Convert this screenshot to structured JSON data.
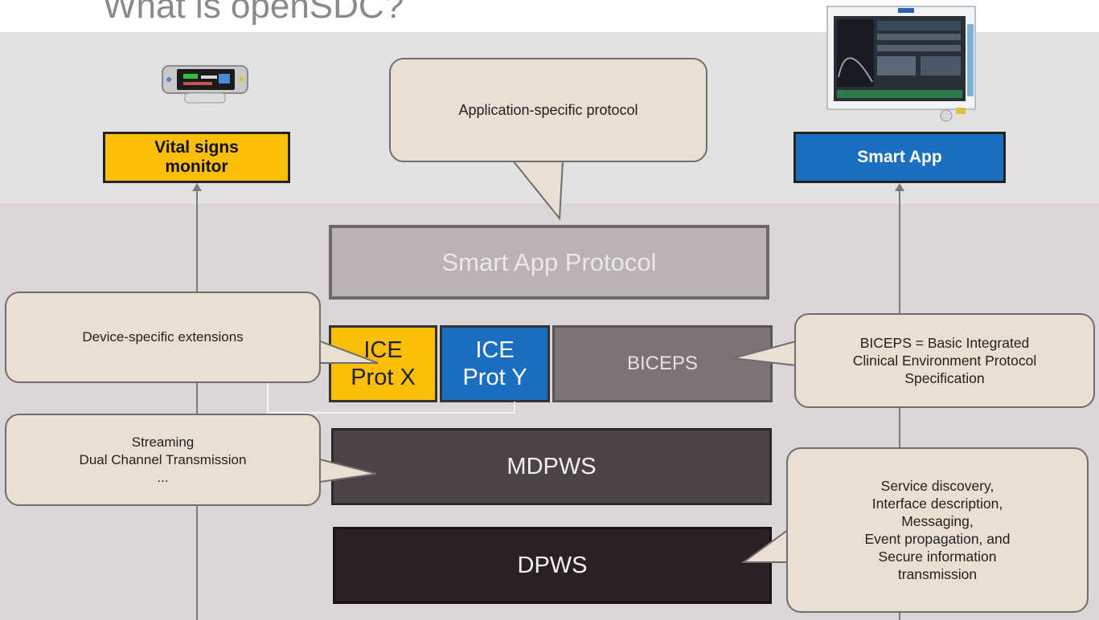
{
  "title": "What is openSDC?",
  "devices": {
    "vitals_label": "Vital signs\nmonitor",
    "smart_app_label": "Smart App"
  },
  "layers": {
    "smart_app_protocol": "Smart App Protocol",
    "ice_x": "ICE\nProt X",
    "ice_y": "ICE\nProt Y",
    "biceps": "BICEPS",
    "mdpws": "MDPWS",
    "dpws": "DPWS"
  },
  "callouts": {
    "application_specific": "Application-specific protocol",
    "device_specific": "Device-specific extensions",
    "streaming": "Streaming\nDual Channel Transmission\n...",
    "biceps_def": "BICEPS = Basic Integrated\nClinical Environment Protocol\nSpecification",
    "services": "Service discovery,\nInterface description,\nMessaging,\nEvent propagation, and\nSecure information\ntransmission"
  },
  "colors": {
    "vital_signs_fill": "#fbbf0a",
    "smart_app_fill": "#1a6fc0",
    "callout_fill": "#ebdfd2"
  },
  "icons": {
    "vitals_device": "vital-signs-monitor-icon",
    "smart_device": "smart-app-device-icon"
  }
}
